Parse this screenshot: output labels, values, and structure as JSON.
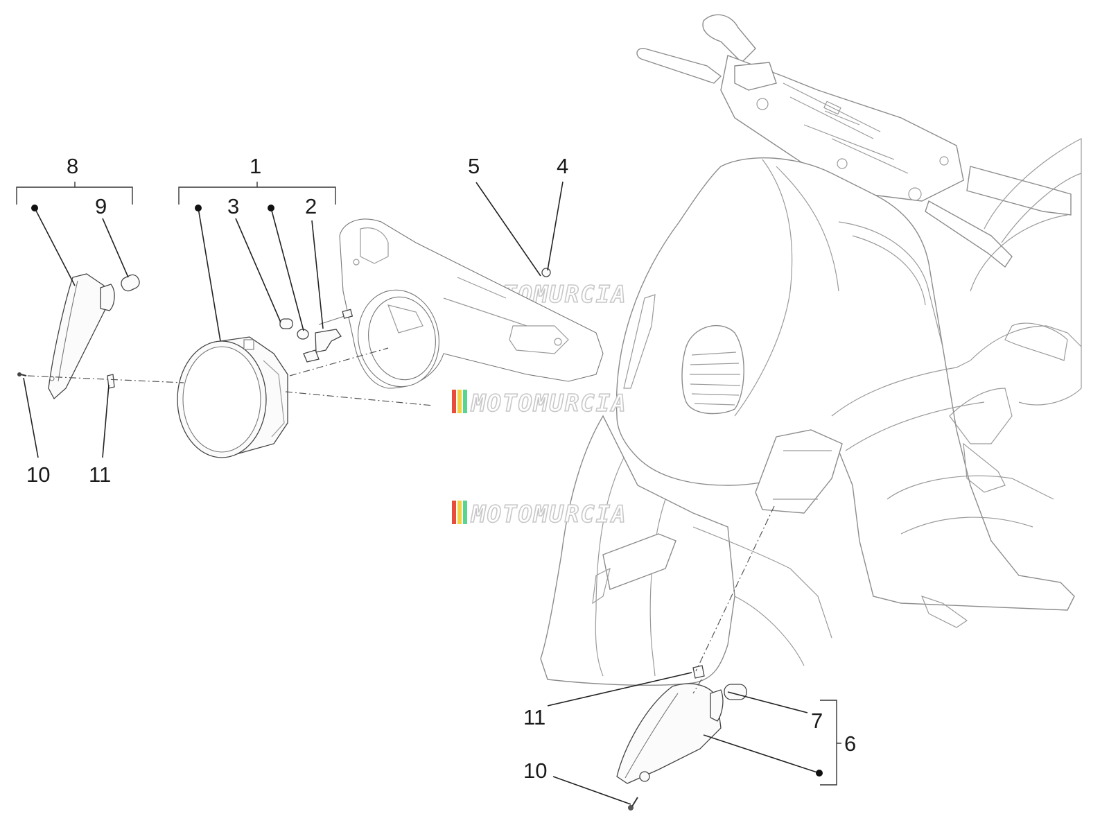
{
  "callouts": {
    "c1": "1",
    "c2": "2",
    "c3": "3",
    "c4": "4",
    "c5": "5",
    "c6": "6",
    "c7": "7",
    "c8": "8",
    "c9": "9",
    "c10a": "10",
    "c11a": "11",
    "c10b": "10",
    "c11b": "11"
  },
  "watermark": "MOTOMURCIA",
  "colors": {
    "watermark_stripes": [
      "#e74c3c",
      "#f4d03f",
      "#58d68d"
    ]
  }
}
